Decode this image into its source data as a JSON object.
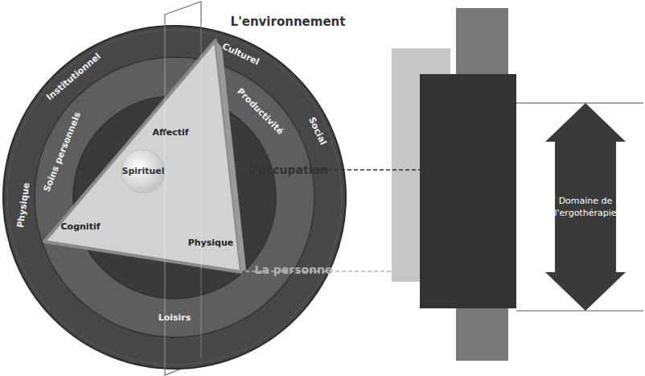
{
  "diagram": {
    "nodes": [
      {
        "text": [
          "Institutionnel",
          "Culturel",
          "Social",
          "Physique"
        ]
      },
      {
        "text": [
          "Soins personnels",
          "Productivité",
          "Loisirs"
        ],
        "in": 0
      },
      {
        "text": [
          "Affectif",
          "Cognitif",
          "Physique"
        ],
        "in": 1
      },
      {
        "text": [
          "Spirituel"
        ],
        "in": 2
      },
      {
        "text": [
          "L'environnement"
        ]
      },
      {
        "text": [
          "L'occupation"
        ]
      },
      {
        "text": [
          "La personne"
        ]
      },
      {
        "text": [
          "Domaine de l'ergothérapie"
        ]
      }
    ],
    "edges": [
      {
        "from": 1,
        "to": 5,
        "arrow": "none"
      },
      {
        "from": 2,
        "to": 6,
        "arrow": "none"
      }
    ]
  }
}
